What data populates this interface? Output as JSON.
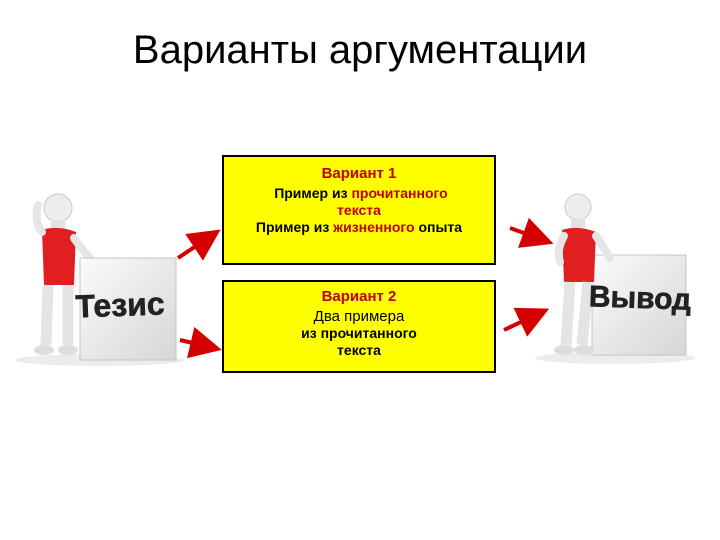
{
  "title": "Варианты аргументации",
  "left_label": "Тезис",
  "right_label": "Вывод",
  "variant1": {
    "header": "Вариант 1",
    "l1_a": "Пример из ",
    "l1_b": "прочитанного",
    "l2": "текста",
    "l3_a": "Пример из ",
    "l3_b": "жизненного",
    "l3_c": " опыта"
  },
  "variant2": {
    "header": "Вариант 2",
    "l1": "Два примера",
    "l2": "из прочитанного",
    "l3": "текста"
  },
  "colors": {
    "box": "#ffff00",
    "accent": "#c00000",
    "shirt": "#e02020",
    "figure": "#e8e8e8"
  }
}
